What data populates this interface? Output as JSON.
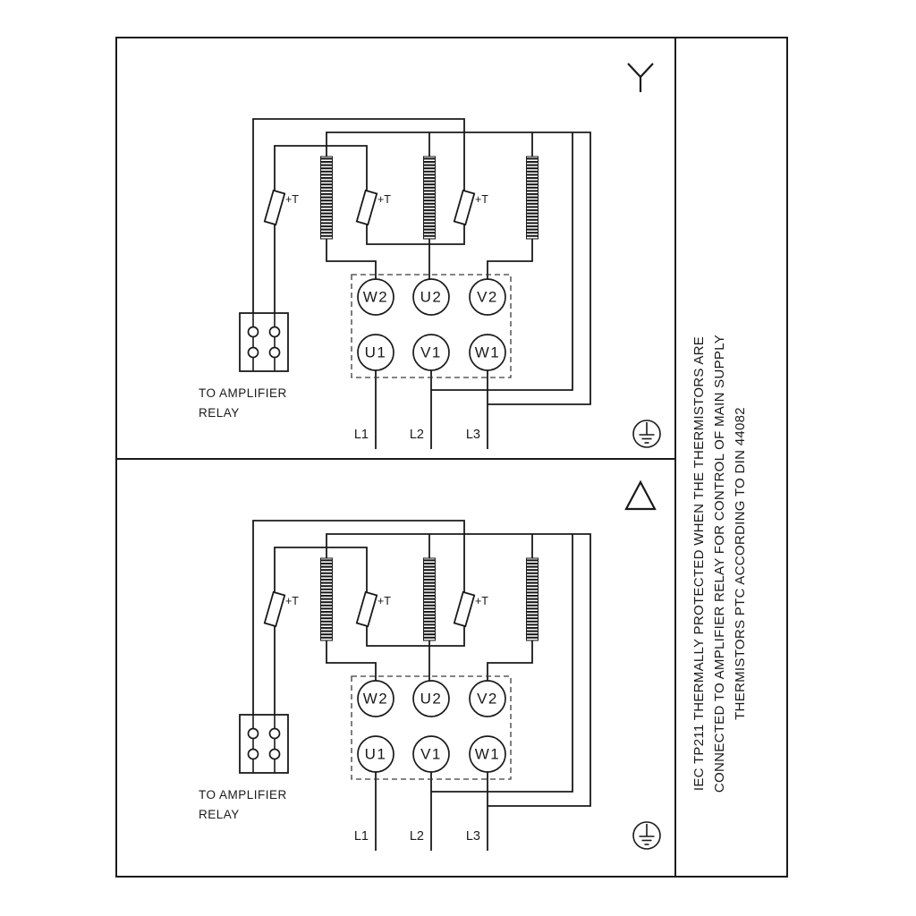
{
  "colors": {
    "line": "#1a1a1a",
    "background": "#ffffff"
  },
  "diagram": {
    "terminals_top": [
      "W2",
      "U2",
      "V2"
    ],
    "terminals_bottom": [
      "U1",
      "V1",
      "W1"
    ],
    "thermistor_label": "+T",
    "relay_caption": [
      "TO AMPLIFIER",
      "RELAY"
    ],
    "supply_lines": [
      "L1",
      "L2",
      "L3"
    ]
  },
  "side_note": {
    "line1": "IEC TP211 THERMALLY PROTECTED WHEN THE THERMISTORS ARE",
    "line2": "CONNECTED TO AMPLIFIER RELAY FOR CONTROL OF MAIN SUPPLY",
    "line3": "THERMISTORS PTC ACCORDING TO DIN 44082"
  },
  "icons": {
    "star": "star-wye-connection-icon",
    "delta": "delta-connection-icon",
    "earth": "earth-ground-icon"
  }
}
